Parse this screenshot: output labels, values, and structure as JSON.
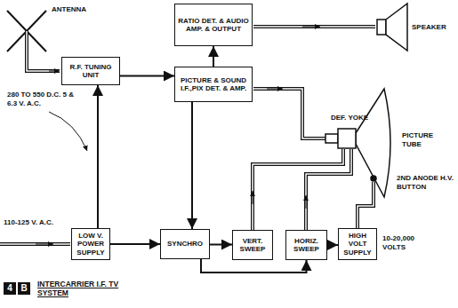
{
  "diagram": {
    "nodes": [
      {
        "text": [
          "RATIO DET. & AUDIO AMP. & OUTPUT"
        ]
      },
      {
        "text": [
          "R.F. TUNING UNIT"
        ]
      },
      {
        "text": [
          "PICTURE & SOUND I.F.,PIX DET. & AMP."
        ]
      },
      {
        "text": [
          "LOW V. POWER SUPPLY"
        ]
      },
      {
        "text": [
          "SYNCHRO"
        ]
      },
      {
        "text": [
          "VERT. SWEEP"
        ]
      },
      {
        "text": [
          "HORIZ. SWEEP"
        ]
      },
      {
        "text": [
          "HIGH VOLT SUPPLY"
        ]
      }
    ],
    "edges": [
      {
        "from": 1,
        "to": 2,
        "arrow": "to"
      },
      {
        "from": 2,
        "to": 0,
        "arrow": "to"
      },
      {
        "from": 2,
        "to": 4,
        "arrow": "to"
      },
      {
        "from": 3,
        "to": 4,
        "arrow": "to"
      },
      {
        "from": 3,
        "to": 1,
        "arrow": "to"
      },
      {
        "from": 4,
        "to": 5,
        "arrow": "to"
      },
      {
        "from": 4,
        "to": 6,
        "arrow": "to"
      },
      {
        "from": 6,
        "to": 7,
        "arrow": "to"
      }
    ],
    "labels": [
      "ANTENNA",
      "SPEAKER",
      "DEF. YOKE",
      "PICTURE TUBE",
      "2ND ANODE H.V. BUTTON",
      "280 TO 550 D.C. 5 & 6.3 V. A.C.",
      "110-125 V. A.C.",
      "10-20,000 VOLTS",
      "4",
      "B",
      "INTERCARRIER I.F. TV SYSTEM"
    ]
  }
}
